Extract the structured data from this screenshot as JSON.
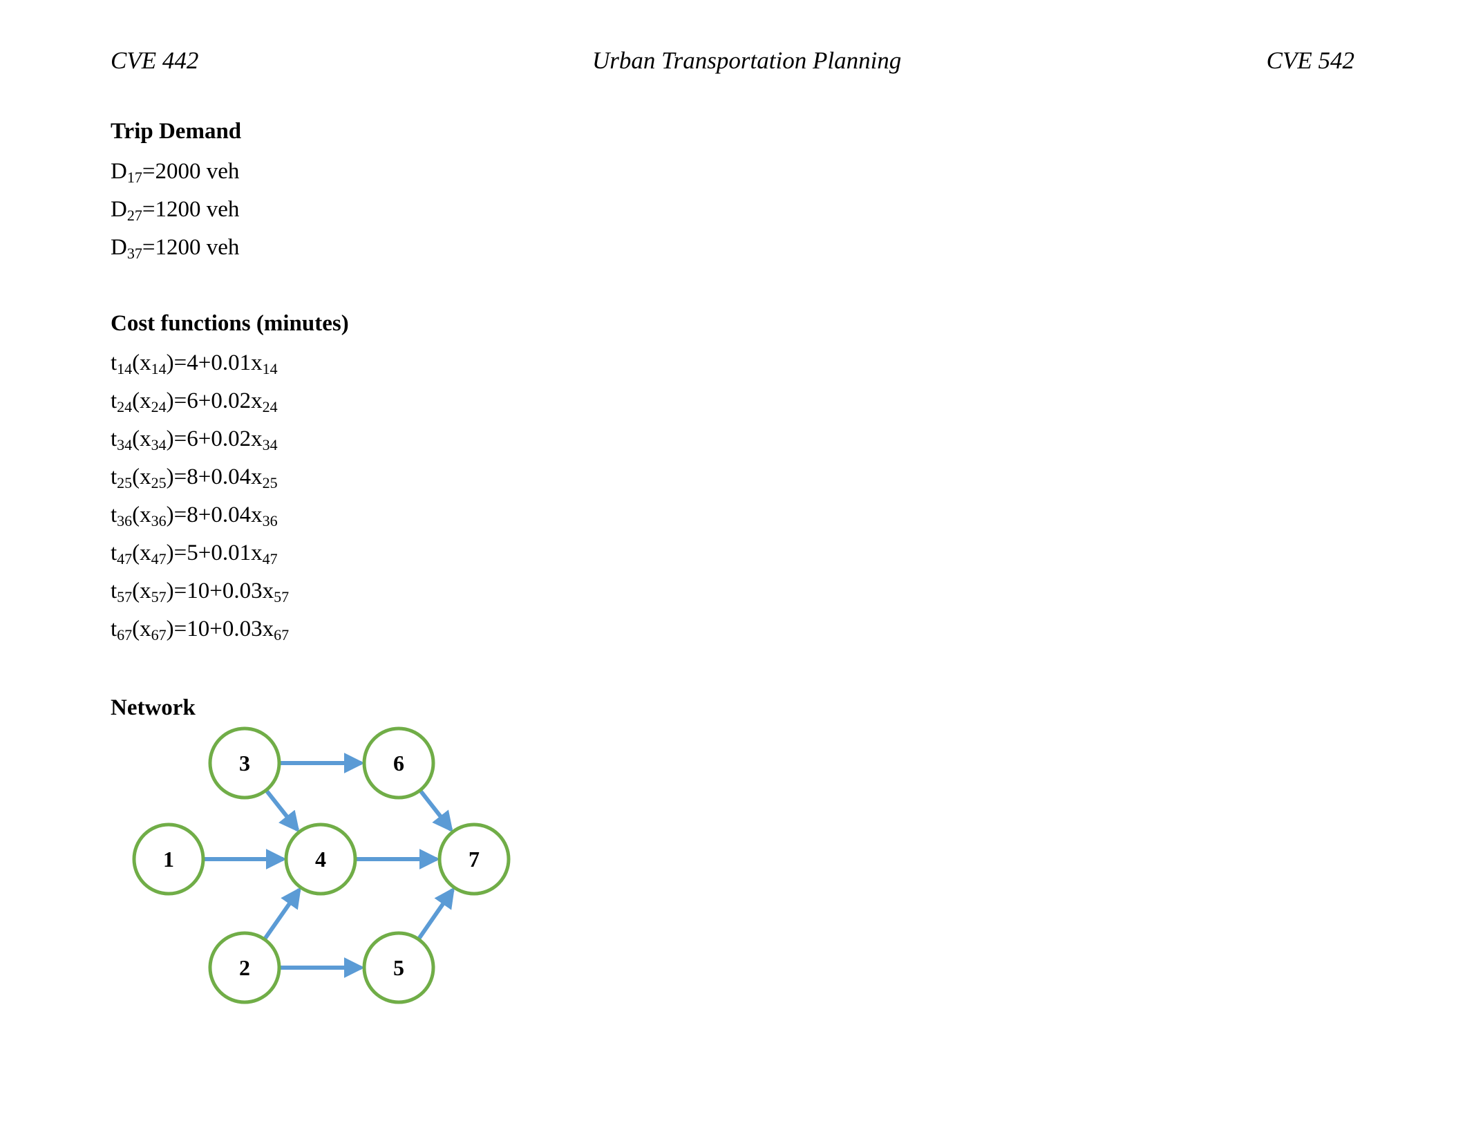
{
  "header": {
    "left": "CVE 442",
    "center": "Urban Transportation Planning",
    "right": "CVE 542"
  },
  "trip_demand": {
    "heading": "Trip Demand",
    "items": [
      {
        "var": "D",
        "sub": "17",
        "rest": "=2000 veh"
      },
      {
        "var": "D",
        "sub": "27",
        "rest": "=1200 veh"
      },
      {
        "var": "D",
        "sub": "37",
        "rest": "=1200 veh"
      }
    ]
  },
  "cost_functions": {
    "heading": "Cost functions (minutes)",
    "items": [
      {
        "link": "14",
        "const": "4",
        "coef": "0.01"
      },
      {
        "link": "24",
        "const": "6",
        "coef": "0.02"
      },
      {
        "link": "34",
        "const": "6",
        "coef": "0.02"
      },
      {
        "link": "25",
        "const": "8",
        "coef": "0.04"
      },
      {
        "link": "36",
        "const": "8",
        "coef": "0.04"
      },
      {
        "link": "47",
        "const": "5",
        "coef": "0.01"
      },
      {
        "link": "57",
        "const": "10",
        "coef": "0.03"
      },
      {
        "link": "67",
        "const": "10",
        "coef": "0.03"
      }
    ]
  },
  "network": {
    "heading": "Network",
    "nodes": [
      "1",
      "2",
      "3",
      "4",
      "5",
      "6",
      "7"
    ],
    "links": [
      {
        "from": "1",
        "to": "4"
      },
      {
        "from": "2",
        "to": "4"
      },
      {
        "from": "3",
        "to": "4"
      },
      {
        "from": "2",
        "to": "5"
      },
      {
        "from": "3",
        "to": "6"
      },
      {
        "from": "4",
        "to": "7"
      },
      {
        "from": "5",
        "to": "7"
      },
      {
        "from": "6",
        "to": "7"
      }
    ],
    "colors": {
      "node_stroke": "#70AD47",
      "arrow": "#5B9BD5"
    }
  }
}
